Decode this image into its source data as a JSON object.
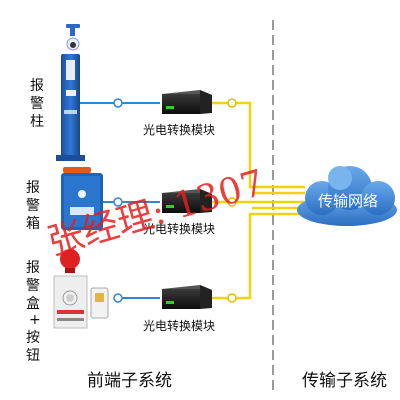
{
  "devices": {
    "pillar_label": [
      "报",
      "警",
      "柱"
    ],
    "box_label": [
      "报",
      "警",
      "箱"
    ],
    "alarm_box_label": [
      "报",
      "警",
      "盒",
      "+",
      "按",
      "钮"
    ]
  },
  "modules": {
    "top": "光电转换模块",
    "middle": "光电转换模块",
    "bottom": "光电转换模块"
  },
  "network": {
    "cloud_label": "传输网络"
  },
  "sections": {
    "front": "前端子系统",
    "transport": "传输子系统"
  },
  "watermark": {
    "text": "张经理: 1307"
  },
  "colors": {
    "fiber": "#f2d20b",
    "ethernet": "#2f86d3",
    "divider": "#9a9a9a",
    "cloud": "#2f76c9",
    "pillar": "#1d5fb4",
    "watermark": "#e81c1c"
  }
}
